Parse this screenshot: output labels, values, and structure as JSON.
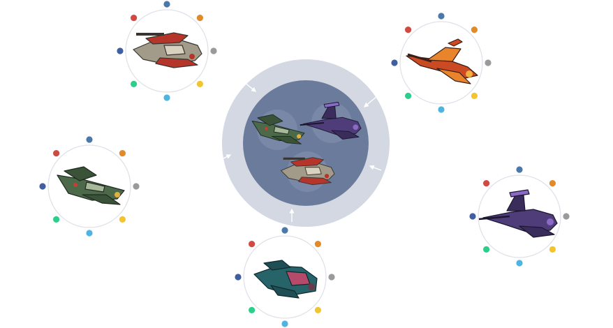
{
  "dot_colors": [
    "#4a78a8",
    "#e08a2a",
    "#9a9a9a",
    "#f2c430",
    "#4fb4e0",
    "#2ccf8a",
    "#3f5fa0",
    "#d04a44"
  ],
  "ring_color": "#e0e2ea",
  "hub": {
    "outer_color": "#d3d8e2",
    "inner_color": "#6b7b9c",
    "slot_color": "#8594b0"
  },
  "arrow_color": "#ffffff",
  "slots": [
    {
      "id": "slot-top-left",
      "ship": "gray-red-cruiser",
      "colors": {
        "main": "#a39b8a",
        "accent": "#b5352a",
        "dark": "#3a3430"
      }
    },
    {
      "id": "slot-top-right",
      "ship": "red-orange-fighter",
      "colors": {
        "main": "#c94a23",
        "accent": "#e8842c",
        "dark": "#3a1d14"
      }
    },
    {
      "id": "slot-left",
      "ship": "green-stealth-fighter",
      "colors": {
        "main": "#4c6a4a",
        "accent": "#c44030",
        "dark": "#1f2a20"
      }
    },
    {
      "id": "slot-right",
      "ship": "purple-interceptor",
      "colors": {
        "main": "#4e3d78",
        "accent": "#8a6ac4",
        "dark": "#1c1630"
      }
    },
    {
      "id": "slot-bottom",
      "ship": "teal-gunship",
      "colors": {
        "main": "#27646a",
        "accent": "#b54a6a",
        "dark": "#0f2a2e"
      }
    }
  ],
  "hub_ships": [
    {
      "id": "hub-ship-green",
      "ship": "green-stealth-fighter",
      "colors": {
        "main": "#4c6a4a",
        "accent": "#c44030",
        "dark": "#1f2a20"
      }
    },
    {
      "id": "hub-ship-purple",
      "ship": "purple-interceptor",
      "colors": {
        "main": "#4e3d78",
        "accent": "#8a6ac4",
        "dark": "#1c1630"
      }
    },
    {
      "id": "hub-ship-gray",
      "ship": "gray-red-cruiser",
      "colors": {
        "main": "#a39b8a",
        "accent": "#b5352a",
        "dark": "#3a3430"
      }
    }
  ]
}
